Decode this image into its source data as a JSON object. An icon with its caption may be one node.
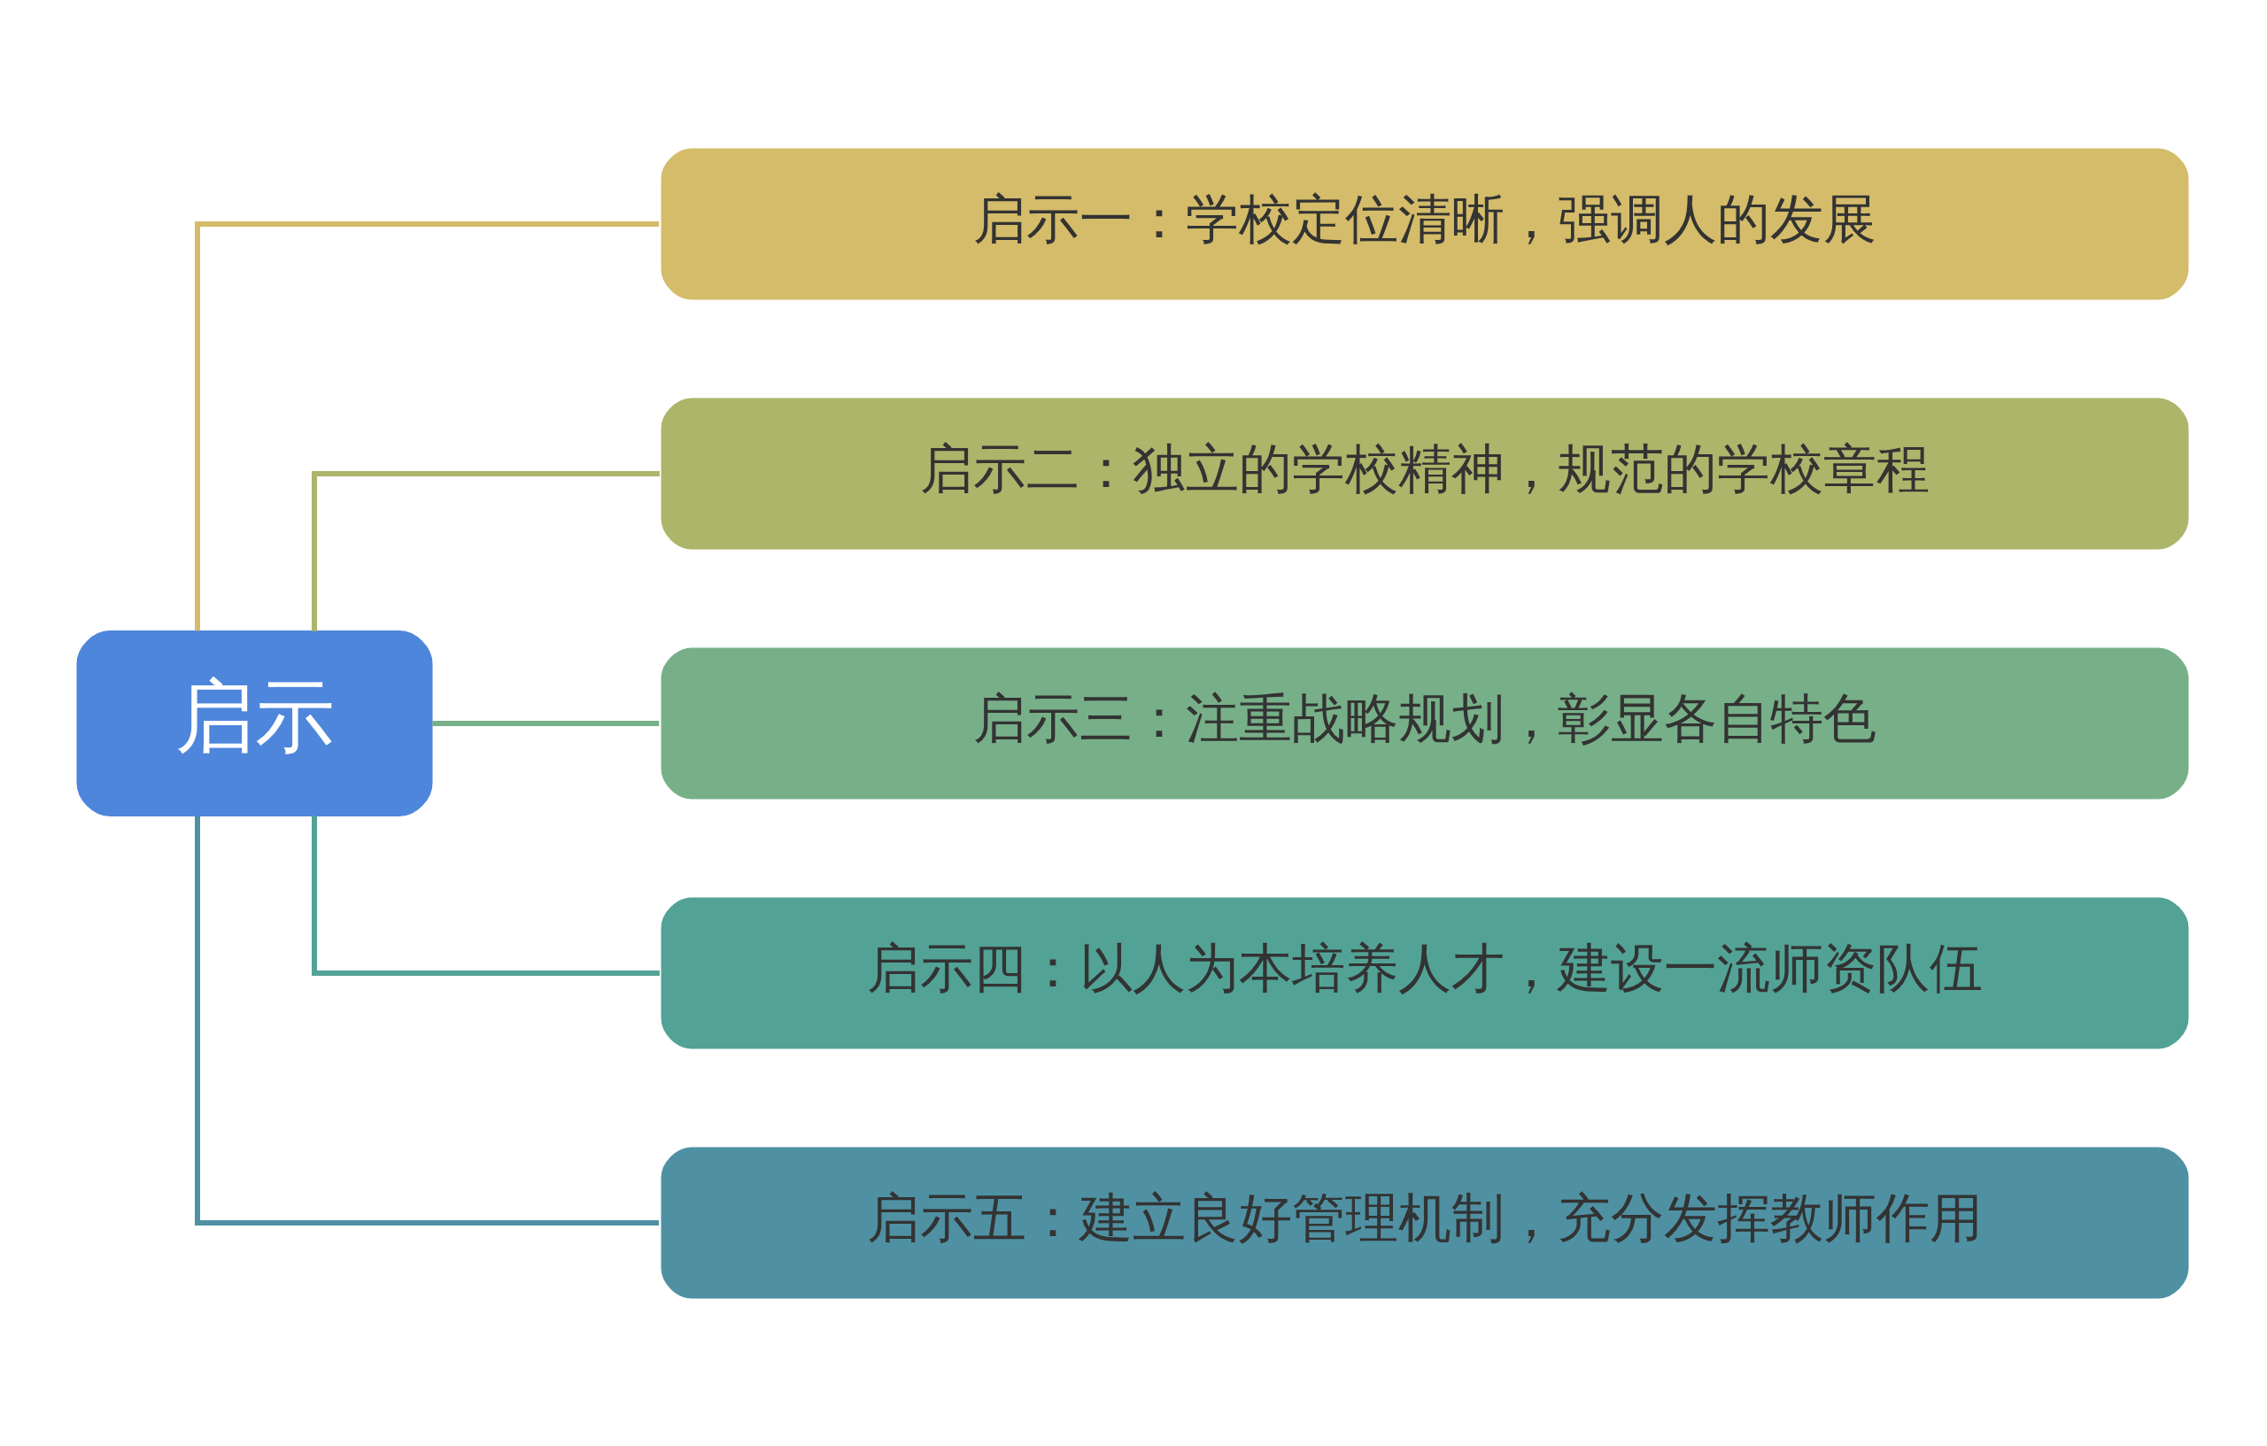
{
  "diagram": {
    "nodes": [
      {
        "text": [
          "启示"
        ]
      },
      {
        "text": [
          "启示一：学校定位清晰，强调人的发展"
        ]
      },
      {
        "text": [
          "启示二：独立的学校精神，规范的学校章程"
        ]
      },
      {
        "text": [
          "启示三：注重战略规划，彰显各自特色"
        ]
      },
      {
        "text": [
          "启示四：以人为本培养人才，建设一流师资队伍"
        ]
      },
      {
        "text": [
          "启示五：建立良好管理机制，充分发挥教师作用"
        ]
      }
    ],
    "edges": [
      {
        "from": 0,
        "to": 1,
        "arrow": "none",
        "color": "#d4bc6a"
      },
      {
        "from": 0,
        "to": 2,
        "arrow": "none",
        "color": "#adb56a"
      },
      {
        "from": 0,
        "to": 3,
        "arrow": "none",
        "color": "#77b088"
      },
      {
        "from": 0,
        "to": 4,
        "arrow": "none",
        "color": "#52a396"
      },
      {
        "from": 0,
        "to": 5,
        "arrow": "none",
        "color": "#4f91a3"
      }
    ]
  }
}
